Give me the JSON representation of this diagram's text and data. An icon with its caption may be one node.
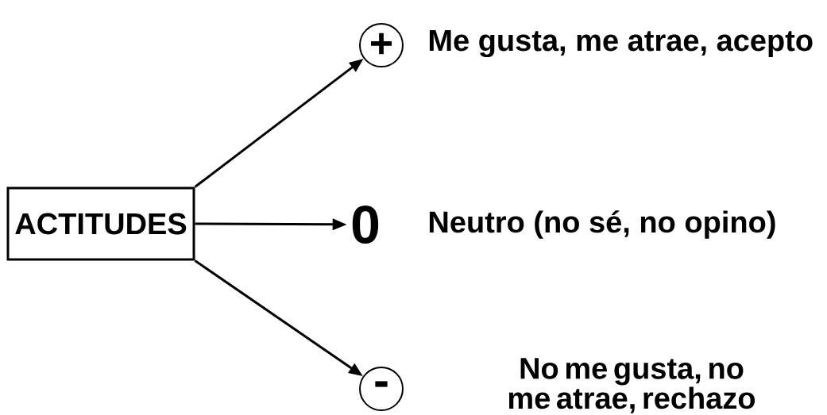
{
  "diagram": {
    "nodes": [
      {
        "text": [
          "ACTITUDES"
        ]
      },
      {
        "text": [
          "+"
        ],
        "beside": [
          "Me gusta, me atrae, acepto"
        ]
      },
      {
        "text": [
          "0"
        ],
        "beside": [
          "Neutro (no sé, no opino)"
        ]
      },
      {
        "text": [
          "-"
        ],
        "beside": [
          "No me gusta, no me atrae, rechazo"
        ]
      }
    ],
    "edges": [
      {
        "from": 0,
        "to": 1,
        "arrow": "to"
      },
      {
        "from": 0,
        "to": 2,
        "arrow": "to"
      },
      {
        "from": 0,
        "to": 3,
        "arrow": "to"
      }
    ]
  }
}
